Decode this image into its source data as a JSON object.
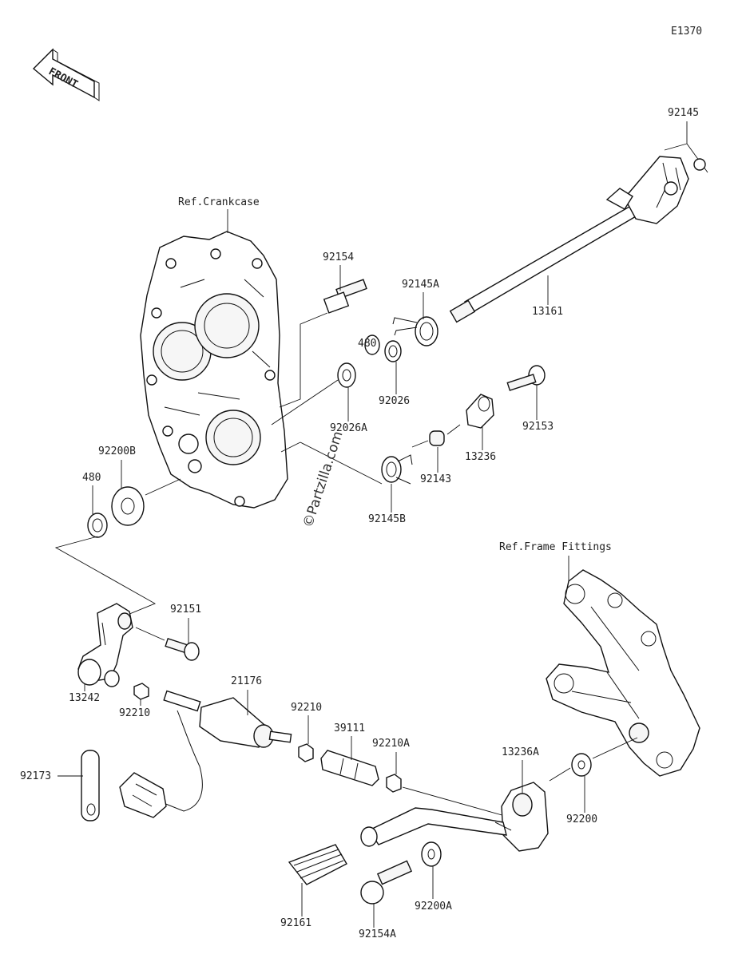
{
  "diagram_code": "E1370",
  "front_arrow_text": "FRONT",
  "watermark": "©Partzilla.com",
  "references": {
    "crankcase": "Ref.Crankcase",
    "frame_fittings": "Ref.Frame Fittings"
  },
  "parts": {
    "p92145": "92145",
    "p13161": "13161",
    "p92154": "92154",
    "p92145A": "92145A",
    "p480_top": "480",
    "p92026": "92026",
    "p92026A": "92026A",
    "p92153": "92153",
    "p13236": "13236",
    "p92143": "92143",
    "p92145B": "92145B",
    "p92200B": "92200B",
    "p480_left": "480",
    "p92151": "92151",
    "p13242": "13242",
    "p92210_left": "92210",
    "p21176": "21176",
    "p92210_mid": "92210",
    "p39111": "39111",
    "p92210A": "92210A",
    "p13236A": "13236A",
    "p92200": "92200",
    "p92173": "92173",
    "p92161": "92161",
    "p92154A": "92154A",
    "p92200A": "92200A"
  }
}
